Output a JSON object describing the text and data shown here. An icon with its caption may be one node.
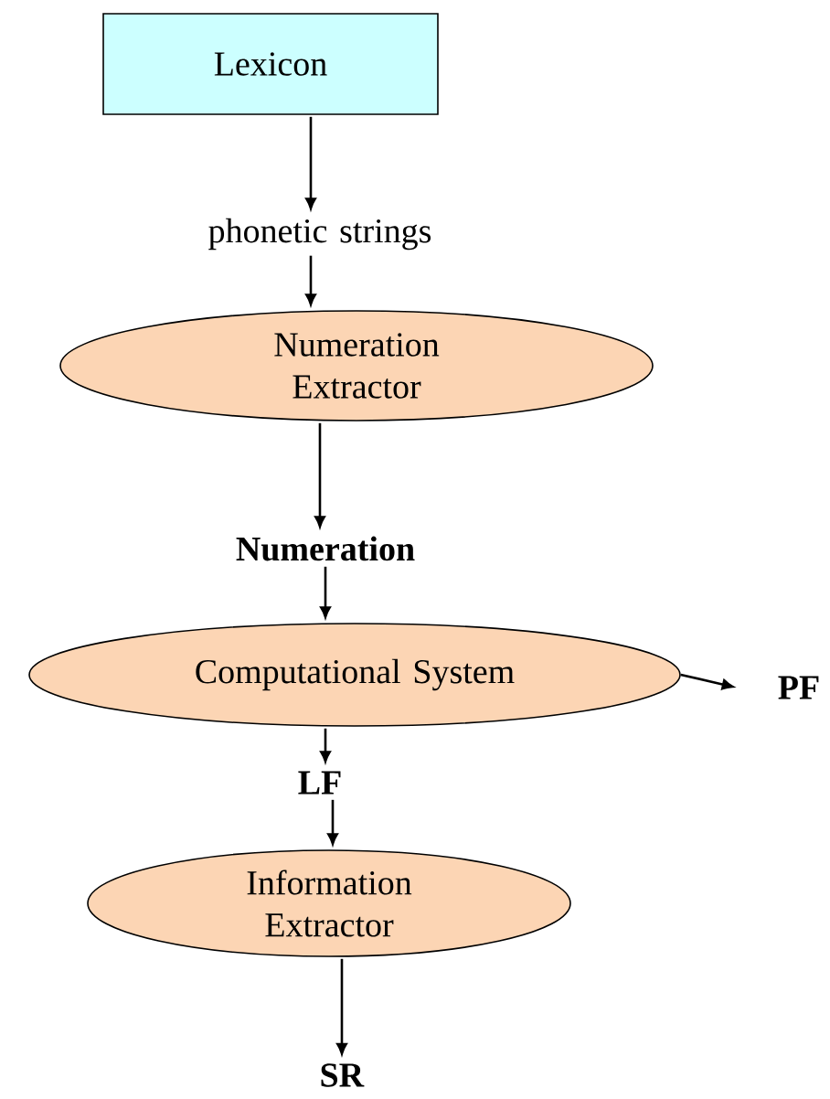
{
  "diagram": {
    "nodes": [
      {
        "text": [
          "Lexicon"
        ]
      },
      {
        "text": [
          "phonetic strings"
        ]
      },
      {
        "text": [
          "Numeration Extractor"
        ]
      },
      {
        "text": [
          "**Numeration**"
        ]
      },
      {
        "text": [
          "Computational System"
        ]
      },
      {
        "text": [
          "**PF**"
        ]
      },
      {
        "text": [
          "**LF**"
        ]
      },
      {
        "text": [
          "Information Extractor"
        ]
      },
      {
        "text": [
          "**SR**"
        ]
      }
    ],
    "edges": [
      {
        "from": 0,
        "to": 1,
        "arrow": "to"
      },
      {
        "from": 1,
        "to": 2,
        "arrow": "to"
      },
      {
        "from": 2,
        "to": 3,
        "arrow": "to"
      },
      {
        "from": 3,
        "to": 4,
        "arrow": "to"
      },
      {
        "from": 4,
        "to": 5,
        "arrow": "to"
      },
      {
        "from": 4,
        "to": 6,
        "arrow": "to"
      },
      {
        "from": 6,
        "to": 7,
        "arrow": "to"
      },
      {
        "from": 7,
        "to": 8,
        "arrow": "to"
      }
    ]
  }
}
